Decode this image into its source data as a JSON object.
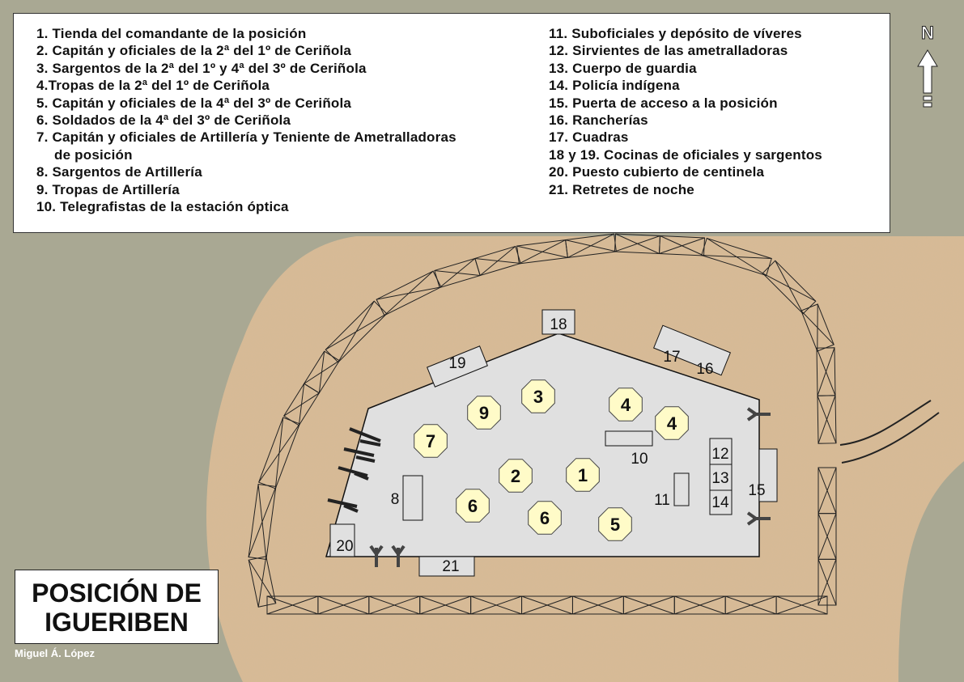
{
  "legend": {
    "left": [
      {
        "text": "1. Tienda del comandante de la posición"
      },
      {
        "text": "2. Capitán y oficiales de la 2ª del 1º de Ceriñola"
      },
      {
        "text": "3. Sargentos de la 2ª del 1º y 4ª del 3º de Ceriñola"
      },
      {
        "text": "4.Tropas de la 2ª del 1º de Ceriñola"
      },
      {
        "text": "5. Capitán y oficiales de la 4ª del 3º de Ceriñola"
      },
      {
        "text": "6. Soldados de la 4ª del 3º de Ceriñola"
      },
      {
        "text": "7. Capitán y oficiales de Artillería y Teniente de Ametralladoras",
        "line2": "de posición"
      },
      {
        "text": "8. Sargentos de Artillería"
      },
      {
        "text": "9. Tropas de Artillería"
      },
      {
        "text": "10. Telegrafistas de la estación óptica"
      }
    ],
    "right": [
      {
        "text": "11. Suboficiales y depósito de víveres"
      },
      {
        "text": "12. Sirvientes de las ametralladoras"
      },
      {
        "text": "13. Cuerpo de guardia"
      },
      {
        "text": "14. Policía indígena"
      },
      {
        "text": "15. Puerta de acceso a la posición"
      },
      {
        "text": "16. Rancherías"
      },
      {
        "text": "17. Cuadras"
      },
      {
        "text": "18 y 19. Cocinas de oficiales y sargentos"
      },
      {
        "text": "20. Puesto cubierto de centinela"
      },
      {
        "text": "21. Retretes de noche"
      }
    ]
  },
  "compass": {
    "label": "N"
  },
  "title": {
    "line1": "POSICIÓN DE",
    "line2": "IGUERIBEN"
  },
  "author": "Miguel Á. López",
  "tents": [
    "9",
    "3",
    "4",
    "4",
    "7",
    "2",
    "1",
    "6",
    "6",
    "5"
  ],
  "buildings": [
    "18",
    "19",
    "17",
    "16",
    "10",
    "8",
    "11",
    "12",
    "13",
    "14",
    "15",
    "20",
    "21"
  ],
  "colors": {
    "background": "#a9a893",
    "sand": "#d9bb95",
    "fort": "#e0e0e0",
    "tent": "#fffbc8",
    "legend": "#ffffff"
  }
}
